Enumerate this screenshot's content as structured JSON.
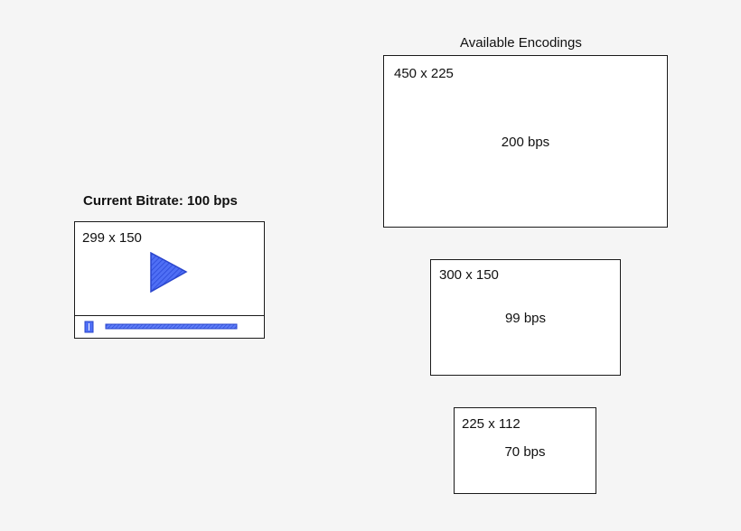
{
  "current": {
    "title": "Current Bitrate: 100 bps",
    "player": {
      "resolution": "299 x 150",
      "icon": "play-icon",
      "control_icons": [
        "pause-icon",
        "progress-bar"
      ],
      "accent_color": "#3f5ff2"
    }
  },
  "encodings": {
    "title": "Available Encodings",
    "items": [
      {
        "resolution": "450 x 225",
        "bitrate": "200 bps"
      },
      {
        "resolution": "300 x 150",
        "bitrate": "99 bps"
      },
      {
        "resolution": "225 x 112",
        "bitrate": "70 bps"
      }
    ]
  }
}
